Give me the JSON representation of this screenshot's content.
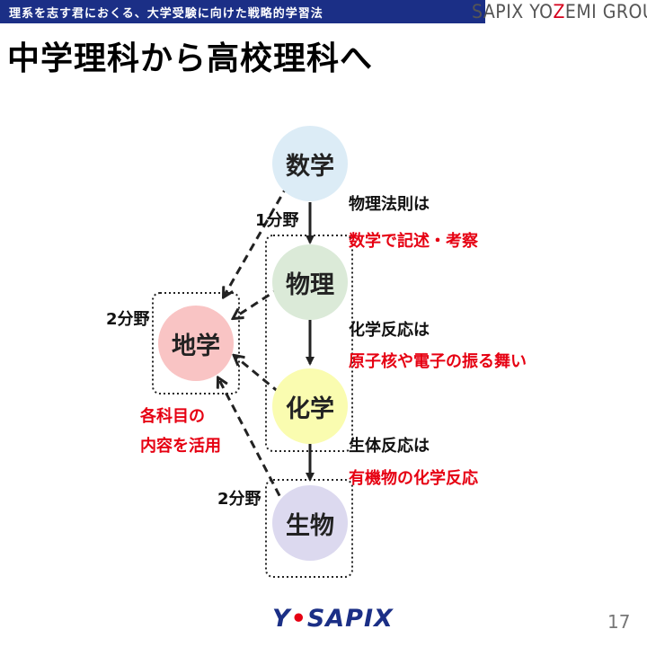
{
  "header": {
    "tagline": "理系を志す君におくる、大学受験に向けた戦略的学習法",
    "group_part1": "SAPIX YO",
    "group_z": "Z",
    "group_part2": "EMI GROUP"
  },
  "slide": {
    "title": "中学理科から高校理科へ",
    "page_number": "17"
  },
  "nodes": {
    "math": "数学",
    "physics": "物理",
    "chemistry": "化学",
    "biology": "生物",
    "earth": "地学"
  },
  "labels": {
    "one_field": "1分野",
    "two_field_earth": "2分野",
    "two_field_bio": "2分野",
    "physics_note_1": "物理法則は",
    "physics_note_2": "数学で記述・考察",
    "chem_note_1": "化学反応は",
    "chem_note_2": "原子核や電子の振る舞い",
    "bio_note_1": "生体反応は",
    "bio_note_2": "有機物の化学反応",
    "earth_note_1": "各科目の",
    "earth_note_2": "内容を活用"
  },
  "logo": {
    "y": "Y",
    "dot": "•",
    "name": "SAPIX"
  },
  "colors": {
    "header_bg": "#1b2f86",
    "accent_red": "#e60012",
    "math_circle": "#dcecf6",
    "physics_circle": "#dbead8",
    "chemistry_circle": "#fafcb0",
    "biology_circle": "#dcd9ef",
    "earth_circle": "#f9c4c4"
  }
}
